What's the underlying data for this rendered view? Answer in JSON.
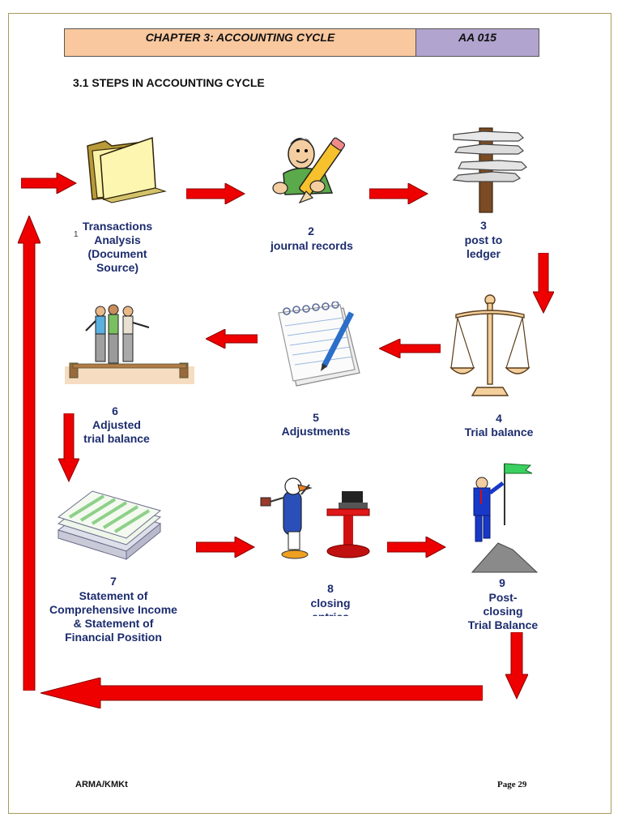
{
  "header": {
    "chapter_title": "CHAPTER 3: ACCOUNTING CYCLE",
    "course_code": "AA 015"
  },
  "section": {
    "title": "3.1 STEPS IN ACCOUNTING CYCLE"
  },
  "steps": [
    {
      "number": "1",
      "label": "Transactions\nAnalysis\n(Document\nSource)",
      "icon": "folder-icon"
    },
    {
      "number": "2",
      "label": "journal records",
      "icon": "writing-man-icon"
    },
    {
      "number": "3",
      "label": "post to\nledger",
      "icon": "signpost-icon"
    },
    {
      "number": "4",
      "label": "Trial balance",
      "icon": "scales-icon"
    },
    {
      "number": "5",
      "label": "Adjustments",
      "icon": "notepad-pencil-icon"
    },
    {
      "number": "6",
      "label": "Adjusted\ntrial balance",
      "icon": "balancing-people-icon"
    },
    {
      "number": "7",
      "label": "Statement of\nComprehensive Income\n& Statement of\nFinancial Position",
      "icon": "paper-stack-icon"
    },
    {
      "number": "8",
      "label": "closing\nentries",
      "icon": "duck-cashier-icon"
    },
    {
      "number": "9",
      "label": "Post-\nclosing\nTrial Balance",
      "icon": "mountain-flag-icon"
    }
  ],
  "colors": {
    "arrow": "#ee0000",
    "label_text": "#1c2c6e",
    "header_left": "#f9c89e",
    "header_right": "#b1a4cf"
  },
  "footer": {
    "left": "ARMA/KMKt",
    "right": "Page 29"
  }
}
